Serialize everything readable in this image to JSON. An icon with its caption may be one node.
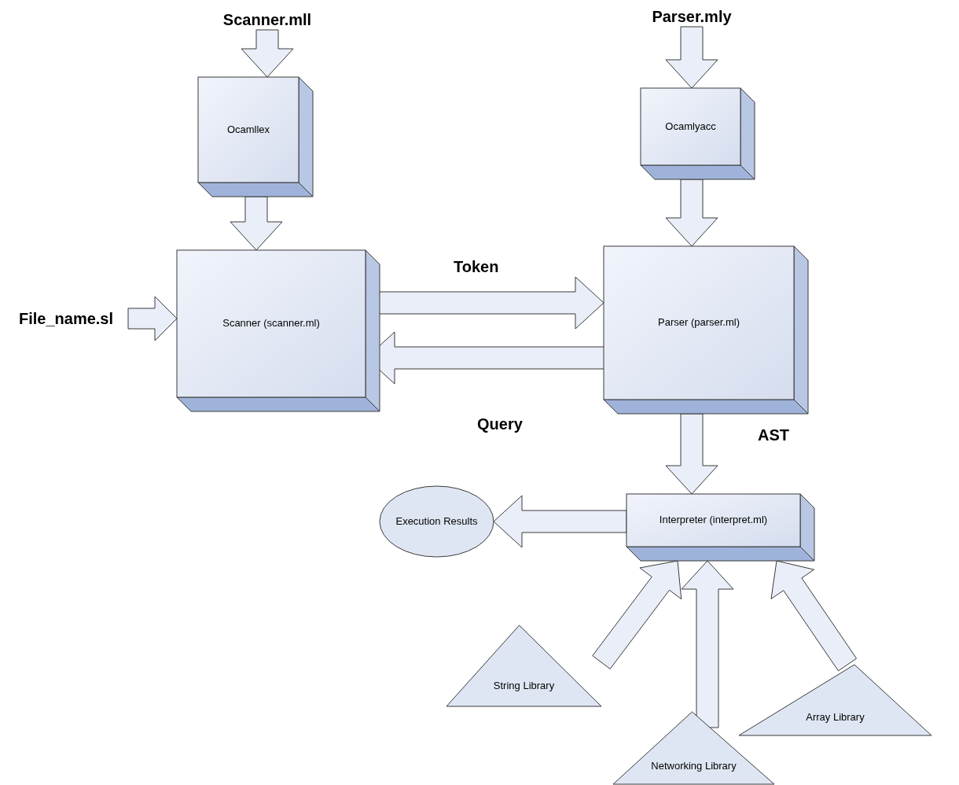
{
  "diagram": {
    "nodes": [
      {
        "text": [
          "Scanner.mll"
        ]
      },
      {
        "text": [
          "Ocamllex"
        ]
      },
      {
        "text": [
          "Parser.mly"
        ]
      },
      {
        "text": [
          "Ocamlyacc"
        ]
      },
      {
        "text": [
          "File_name.sl"
        ]
      },
      {
        "text": [
          "Scanner (scanner.ml)"
        ]
      },
      {
        "text": [
          "Parser (parser.ml)"
        ]
      },
      {
        "text": [
          "Execution Results"
        ]
      },
      {
        "text": [
          "Interpreter (interpret.ml)"
        ]
      },
      {
        "text": [
          "String Library"
        ]
      },
      {
        "text": [
          "Networking Library"
        ]
      },
      {
        "text": [
          "Array Library"
        ]
      }
    ],
    "edges": [
      {
        "from": 0,
        "to": 1,
        "arrow": "to"
      },
      {
        "from": 1,
        "to": 5,
        "arrow": "to"
      },
      {
        "from": 2,
        "to": 3,
        "arrow": "to"
      },
      {
        "from": 3,
        "to": 6,
        "arrow": "to"
      },
      {
        "from": 4,
        "to": 5,
        "arrow": "to"
      },
      {
        "from": 5,
        "to": 6,
        "arrow": "to",
        "label": "Token"
      },
      {
        "from": 6,
        "to": 5,
        "arrow": "to",
        "label": "Query"
      },
      {
        "from": 6,
        "to": 8,
        "arrow": "to",
        "label": "AST"
      },
      {
        "from": 8,
        "to": 7,
        "arrow": "to"
      },
      {
        "from": 9,
        "to": 8,
        "arrow": "to"
      },
      {
        "from": 10,
        "to": 8,
        "arrow": "to"
      },
      {
        "from": 11,
        "to": 8,
        "arrow": "to"
      }
    ]
  }
}
